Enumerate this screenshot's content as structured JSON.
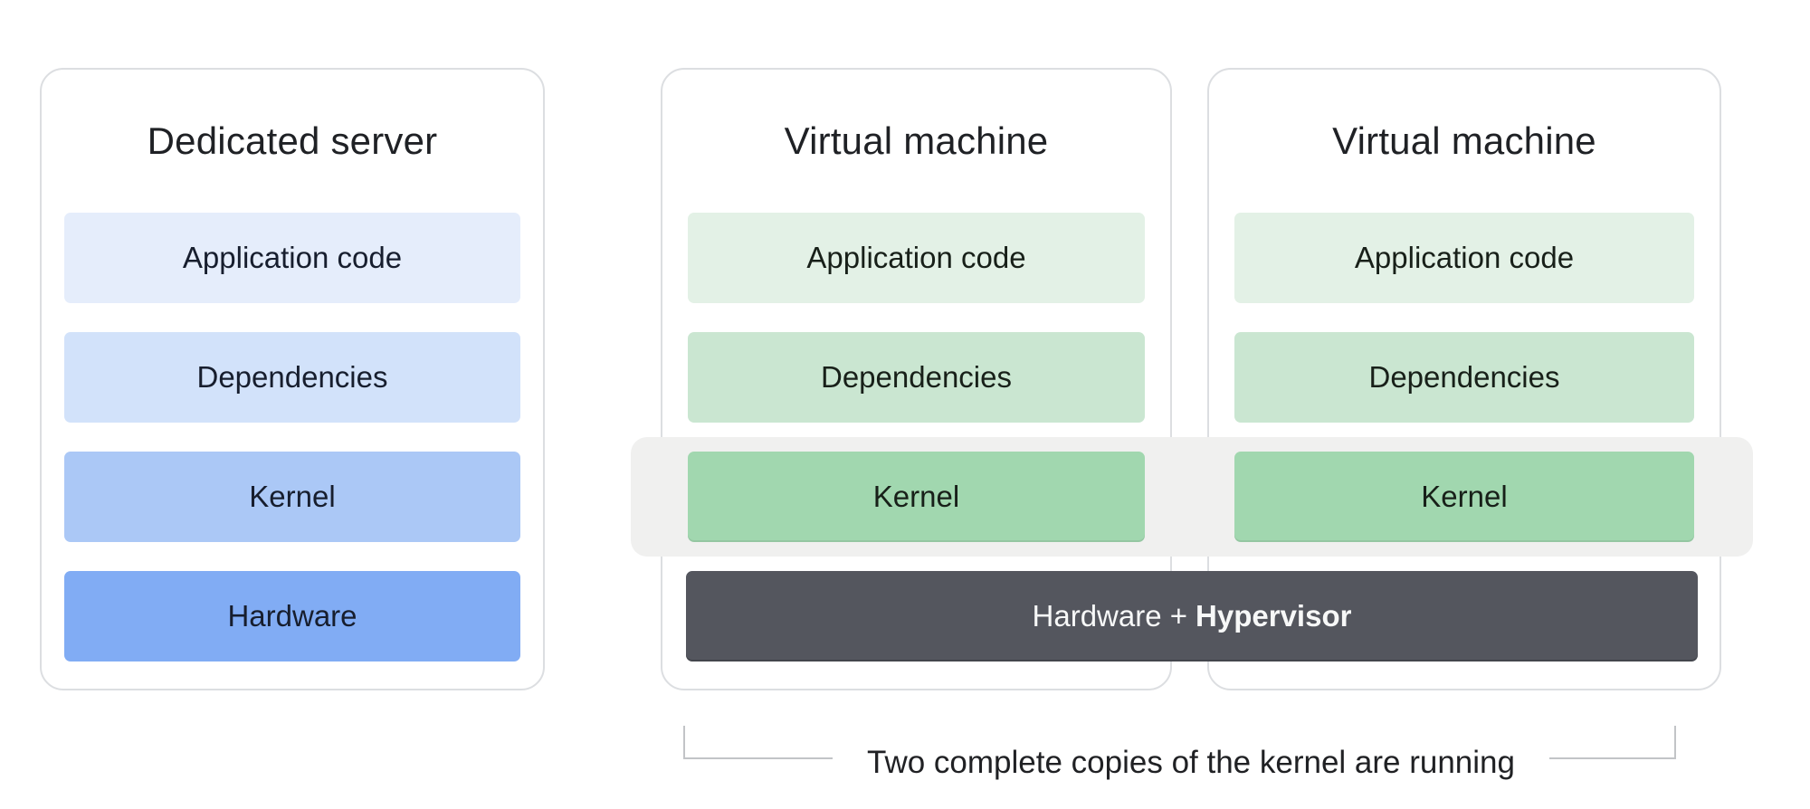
{
  "page": {
    "background": "#ffffff",
    "card_border_color": "#dcdee1"
  },
  "cards": [
    {
      "title": "Dedicated server",
      "label_color": "#171e2e",
      "layers": [
        {
          "label": "Application code",
          "bg": "#e5edfb"
        },
        {
          "label": "Dependencies",
          "bg": "#d2e2fa"
        },
        {
          "label": "Kernel",
          "bg": "#abc8f6"
        },
        {
          "label": "Hardware",
          "bg": "#81acf4"
        }
      ]
    },
    {
      "title": "Virtual machine",
      "label_color": "#182019",
      "layers": [
        {
          "label": "Application code",
          "bg": "#e3f1e6"
        },
        {
          "label": "Dependencies",
          "bg": "#cae6d1"
        },
        {
          "label": "Kernel",
          "bg": "#a1d7af"
        }
      ]
    },
    {
      "title": "Virtual machine",
      "label_color": "#182019",
      "layers": [
        {
          "label": "Application code",
          "bg": "#e3f1e6"
        },
        {
          "label": "Dependencies",
          "bg": "#cae6d1"
        },
        {
          "label": "Kernel",
          "bg": "#a1d7af"
        }
      ]
    }
  ],
  "kernel_highlight": {
    "bg": "#f0f0ef"
  },
  "hypervisor_bar": {
    "label_regular": "Hardware +",
    "label_bold": "Hypervisor",
    "bg": "#54565e",
    "text_color": "#f7f8f8"
  },
  "caption": {
    "text": "Two complete copies of the kernel are running",
    "bracket_color": "#c2c4c7"
  }
}
